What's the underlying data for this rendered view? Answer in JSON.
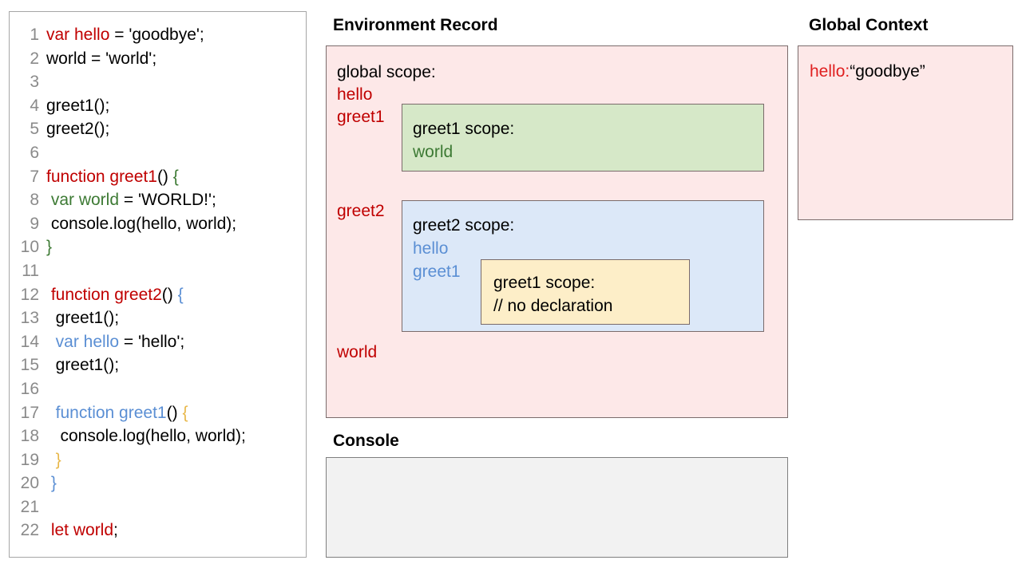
{
  "editor": {
    "lines": [
      {
        "num": "1",
        "tokens": [
          {
            "t": "var hello",
            "c": "red"
          },
          {
            "t": " = 'goodbye';",
            "c": "black"
          }
        ]
      },
      {
        "num": "2",
        "tokens": [
          {
            "t": "world = 'world';",
            "c": "black"
          }
        ]
      },
      {
        "num": "3",
        "tokens": [
          {
            "t": "",
            "c": "black"
          }
        ]
      },
      {
        "num": "4",
        "tokens": [
          {
            "t": "greet1();",
            "c": "black"
          }
        ]
      },
      {
        "num": "5",
        "tokens": [
          {
            "t": "greet2();",
            "c": "black"
          }
        ]
      },
      {
        "num": "6",
        "tokens": [
          {
            "t": "",
            "c": "black"
          }
        ]
      },
      {
        "num": "7",
        "tokens": [
          {
            "t": "function greet1",
            "c": "red"
          },
          {
            "t": "()",
            "c": "black"
          },
          {
            "t": " {",
            "c": "green"
          }
        ]
      },
      {
        "num": "8",
        "tokens": [
          {
            "t": " var world",
            "c": "green"
          },
          {
            "t": " = 'WORLD!';",
            "c": "black"
          }
        ]
      },
      {
        "num": "9",
        "tokens": [
          {
            "t": " console.log(hello, world);",
            "c": "black"
          }
        ]
      },
      {
        "num": "10",
        "tokens": [
          {
            "t": "}",
            "c": "green"
          }
        ]
      },
      {
        "num": "11",
        "tokens": [
          {
            "t": "",
            "c": "black"
          }
        ]
      },
      {
        "num": "12",
        "tokens": [
          {
            "t": " function greet2",
            "c": "red"
          },
          {
            "t": "()",
            "c": "black"
          },
          {
            "t": " {",
            "c": "blue"
          }
        ]
      },
      {
        "num": "13",
        "tokens": [
          {
            "t": "  greet1();",
            "c": "black"
          }
        ]
      },
      {
        "num": "14",
        "tokens": [
          {
            "t": "  var hello",
            "c": "blue"
          },
          {
            "t": " = 'hello';",
            "c": "black"
          }
        ]
      },
      {
        "num": "15",
        "tokens": [
          {
            "t": "  greet1();",
            "c": "black"
          }
        ]
      },
      {
        "num": "16",
        "tokens": [
          {
            "t": "",
            "c": "black"
          }
        ]
      },
      {
        "num": "17",
        "tokens": [
          {
            "t": "  function greet1",
            "c": "blue"
          },
          {
            "t": "()",
            "c": "black"
          },
          {
            "t": " {",
            "c": "tan"
          }
        ]
      },
      {
        "num": "18",
        "tokens": [
          {
            "t": "   console.log(hello, world);",
            "c": "black"
          }
        ]
      },
      {
        "num": "19",
        "tokens": [
          {
            "t": "  }",
            "c": "tan"
          }
        ]
      },
      {
        "num": "20",
        "tokens": [
          {
            "t": " }",
            "c": "blue"
          }
        ]
      },
      {
        "num": "21",
        "tokens": [
          {
            "t": "",
            "c": "black"
          }
        ]
      },
      {
        "num": "22",
        "tokens": [
          {
            "t": " let world",
            "c": "red"
          },
          {
            "t": ";",
            "c": "black"
          }
        ]
      }
    ]
  },
  "environment_record": {
    "title": "Environment Record",
    "global_scope": {
      "label": "global scope:",
      "bindings": [
        "hello",
        "greet1",
        "greet2",
        "world"
      ]
    },
    "greet1_scope": {
      "label": "greet1 scope:",
      "bindings": [
        "world"
      ]
    },
    "greet2_scope": {
      "label": "greet2 scope:",
      "bindings": [
        "hello",
        "greet1"
      ]
    },
    "inner_greet1_scope": {
      "label": "greet1 scope:",
      "note": "// no declaration"
    }
  },
  "global_context": {
    "title": "Global Context",
    "entries": [
      {
        "key": "hello:",
        "value": "“goodbye”"
      }
    ]
  },
  "console": {
    "title": "Console",
    "lines": []
  },
  "colors": {
    "red": "#c00000",
    "green": "#3d7a34",
    "blue": "#5b8fd4",
    "tan": "#e8b84b",
    "pink_fill": "#fde8e8",
    "green_fill": "#d6e8c8",
    "blue_fill": "#dce8f8",
    "yellow_fill": "#fdeec8",
    "console_fill": "#f2f2f2"
  }
}
